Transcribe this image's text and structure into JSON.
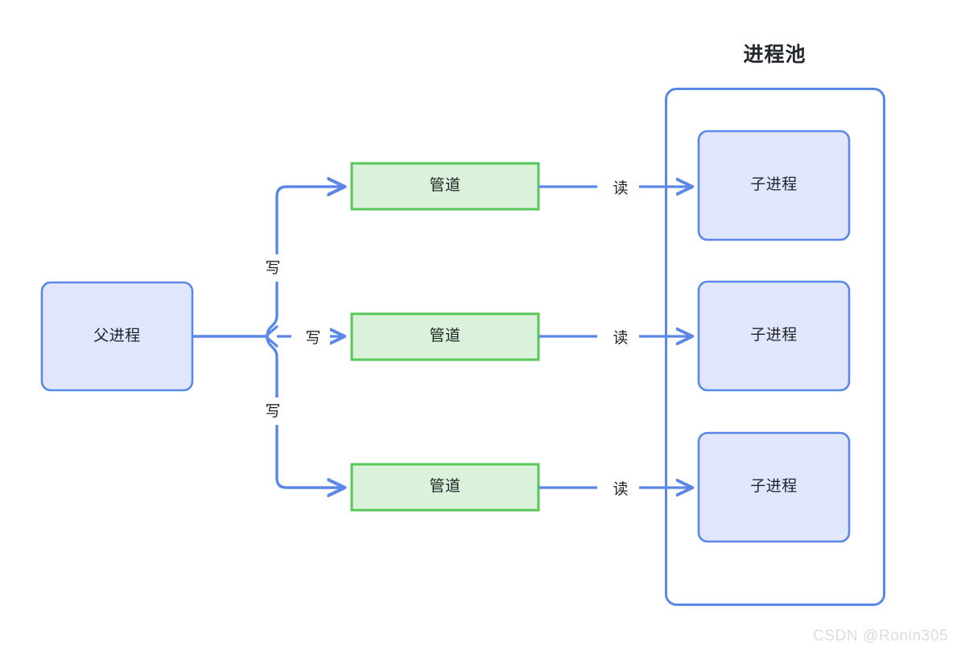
{
  "diagram": {
    "title": "进程池",
    "watermark": "CSDN @Ronin305",
    "colors": {
      "process_border": "#5b87e8",
      "process_fill": "#e0e7fc",
      "pipe_border": "#58c75a",
      "pipe_fill": "#d9f2d9",
      "connector": "#5b87e8",
      "text": "#1f2328",
      "title": "#24292f",
      "watermark": "#dcdcdc",
      "background": "#ffffff"
    },
    "parent": {
      "label": "父进程"
    },
    "pool": {
      "title": "进程池"
    },
    "rows": [
      {
        "pipe_label": "管道",
        "write_label": "写",
        "read_label": "读",
        "child_label": "子进程"
      },
      {
        "pipe_label": "管道",
        "write_label": "写",
        "read_label": "读",
        "child_label": "子进程"
      },
      {
        "pipe_label": "管道",
        "write_label": "写",
        "read_label": "读",
        "child_label": "子进程"
      }
    ]
  }
}
